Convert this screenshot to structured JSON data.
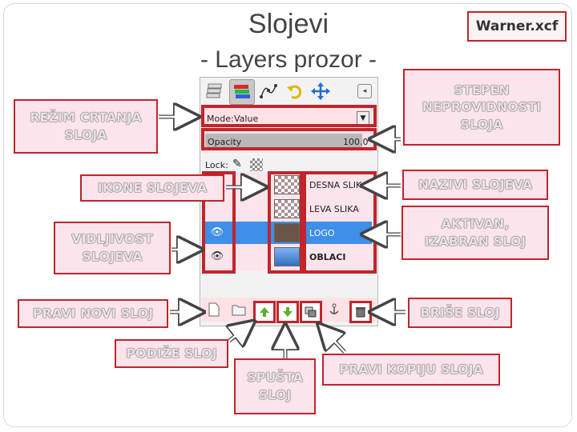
{
  "title": {
    "line1": "Slojevi",
    "line2": "- Layers prozor -"
  },
  "file_label": "Warner.xcf",
  "labels": {
    "rezim": "REŽIM CRTANJA SLOJA",
    "stepen": "STEPEN NEPROVIDNOSTI SLOJA",
    "ikone": "IKONE SLOJEVA",
    "nazivi": "NAZIVI SLOJEVA",
    "vidljivost": "VIDLJIVOST SLOJEVA",
    "aktivan": "AKTIVAN, IZABRAN SLOJ",
    "pravi_novi": "PRAVI NOVI SLOJ",
    "brise": "BRIŠE SLOJ",
    "podize": "PODIŽE SLOJ",
    "spusta": "SPUŠTA SLOJ",
    "kopija": "PRAVI KOPIJU SLOJA"
  },
  "panel": {
    "mode_label": "Mode:",
    "mode_value": "Value",
    "opacity_label": "Opacity",
    "opacity_value": "100.0",
    "lock_label": "Lock:",
    "layers": [
      {
        "name": "DESNA SLIKA",
        "visible": false,
        "active": false
      },
      {
        "name": "LEVA SLIKA",
        "visible": false,
        "active": false
      },
      {
        "name": "LOGO",
        "visible": true,
        "active": true
      },
      {
        "name": "OBLACI",
        "visible": true,
        "active": false
      }
    ]
  },
  "colors": {
    "highlight": "#c0252b",
    "active_row": "#3f8ee8",
    "label_fill": "#fce4ec"
  },
  "icons": {
    "toolbar": [
      "layers-icon",
      "channels-icon",
      "paths-icon",
      "undo-icon",
      "move-icon"
    ],
    "bottom": [
      "new-layer-icon",
      "folder-icon",
      "raise-layer-icon",
      "lower-layer-icon",
      "duplicate-layer-icon",
      "anchor-icon",
      "delete-layer-icon"
    ]
  }
}
